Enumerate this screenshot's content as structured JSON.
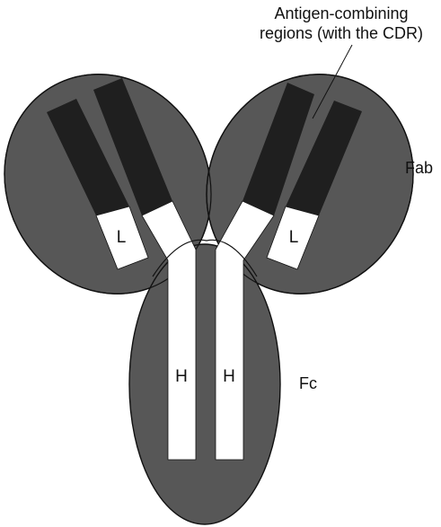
{
  "colors": {
    "domain_fill": "#575757",
    "outline": "#111111",
    "variable_region": "#1f1f1f",
    "constant_region": "#ffffff",
    "background": "#ffffff"
  },
  "labels": {
    "antigen_line1": "Antigen-combining",
    "antigen_line2": "regions (with the CDR)",
    "fab": "Fab",
    "fc": "Fc",
    "light_left": "L",
    "light_right": "L",
    "heavy_left": "H",
    "heavy_right": "H"
  }
}
